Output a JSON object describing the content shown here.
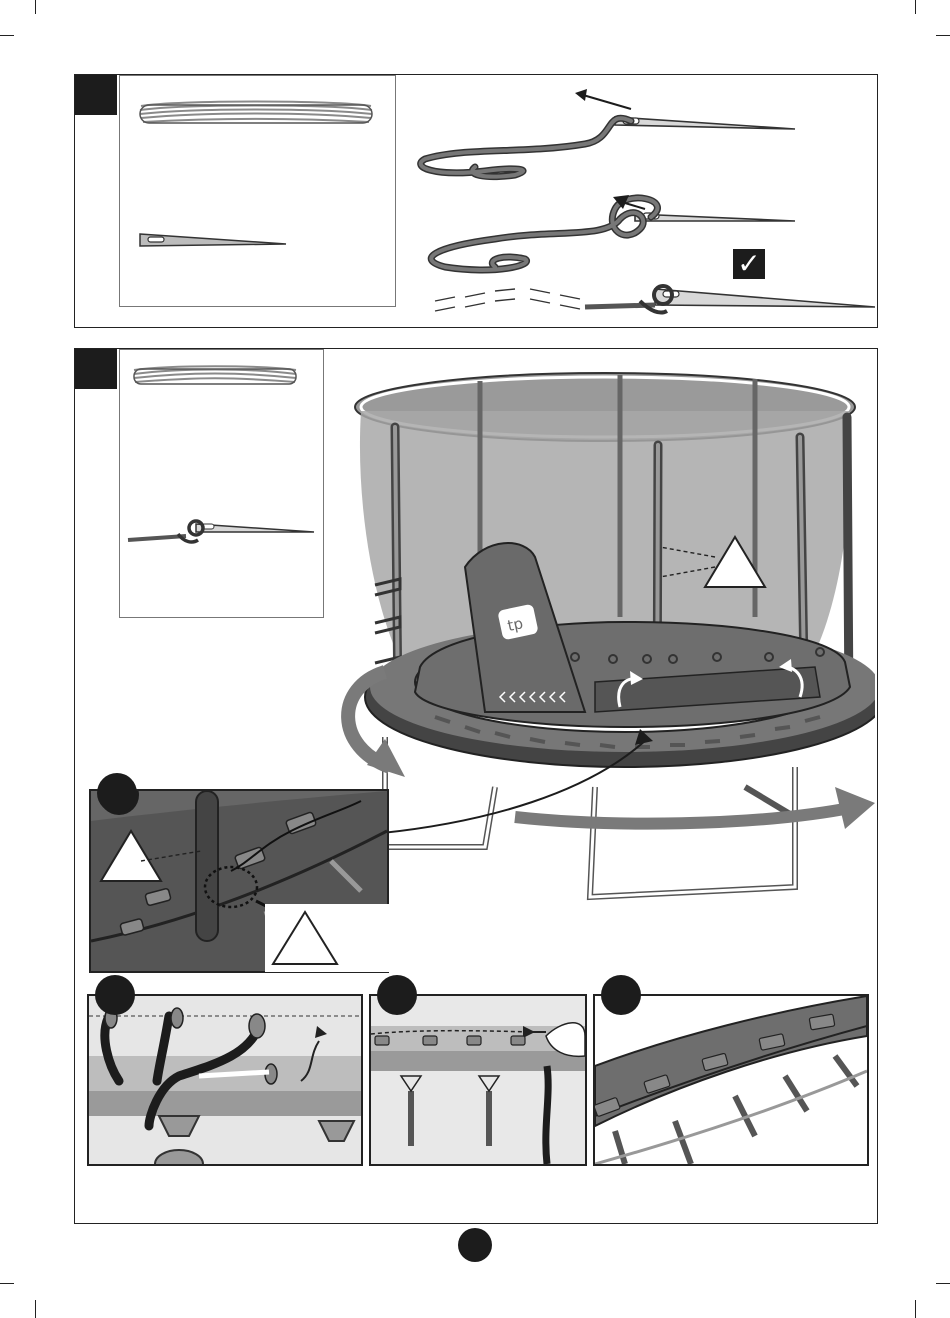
{
  "page": {
    "title": "",
    "page_number": ""
  },
  "colors": {
    "ink": "#1c1c1c",
    "frame_grey": "#555555",
    "padding_grey": "#6e6e6e",
    "net_grey": "#9a9a9a",
    "arrow_grey": "#7a7a7a",
    "panel_border": "#222222"
  },
  "steps": [
    {
      "id": "step-a",
      "badge_text": "",
      "parts": [
        "cord-bundle",
        "lacing-needle"
      ],
      "check_mark": "✓",
      "illustrations": [
        "thread-cord-through-needle-eye",
        "loop-cord-around-needle",
        "knotted-cord-on-needle"
      ]
    },
    {
      "id": "step-b",
      "badge_text": "",
      "parts": [
        "cord-bundle",
        "needle-with-knotted-cord"
      ],
      "subfigures": [
        {
          "id": "detail-1",
          "badge_text": "",
          "caption": ""
        },
        {
          "id": "detail-2",
          "badge_text": "",
          "caption": ""
        },
        {
          "id": "detail-3",
          "badge_text": "",
          "caption": ""
        },
        {
          "id": "detail-4",
          "badge_text": "",
          "caption": ""
        }
      ],
      "warning_triangles": 3
    }
  ],
  "icons": [
    "cord-bundle-icon",
    "needle-icon",
    "check-icon",
    "warning-triangle-icon",
    "curved-arrow-icon",
    "tp-logo-icon"
  ]
}
